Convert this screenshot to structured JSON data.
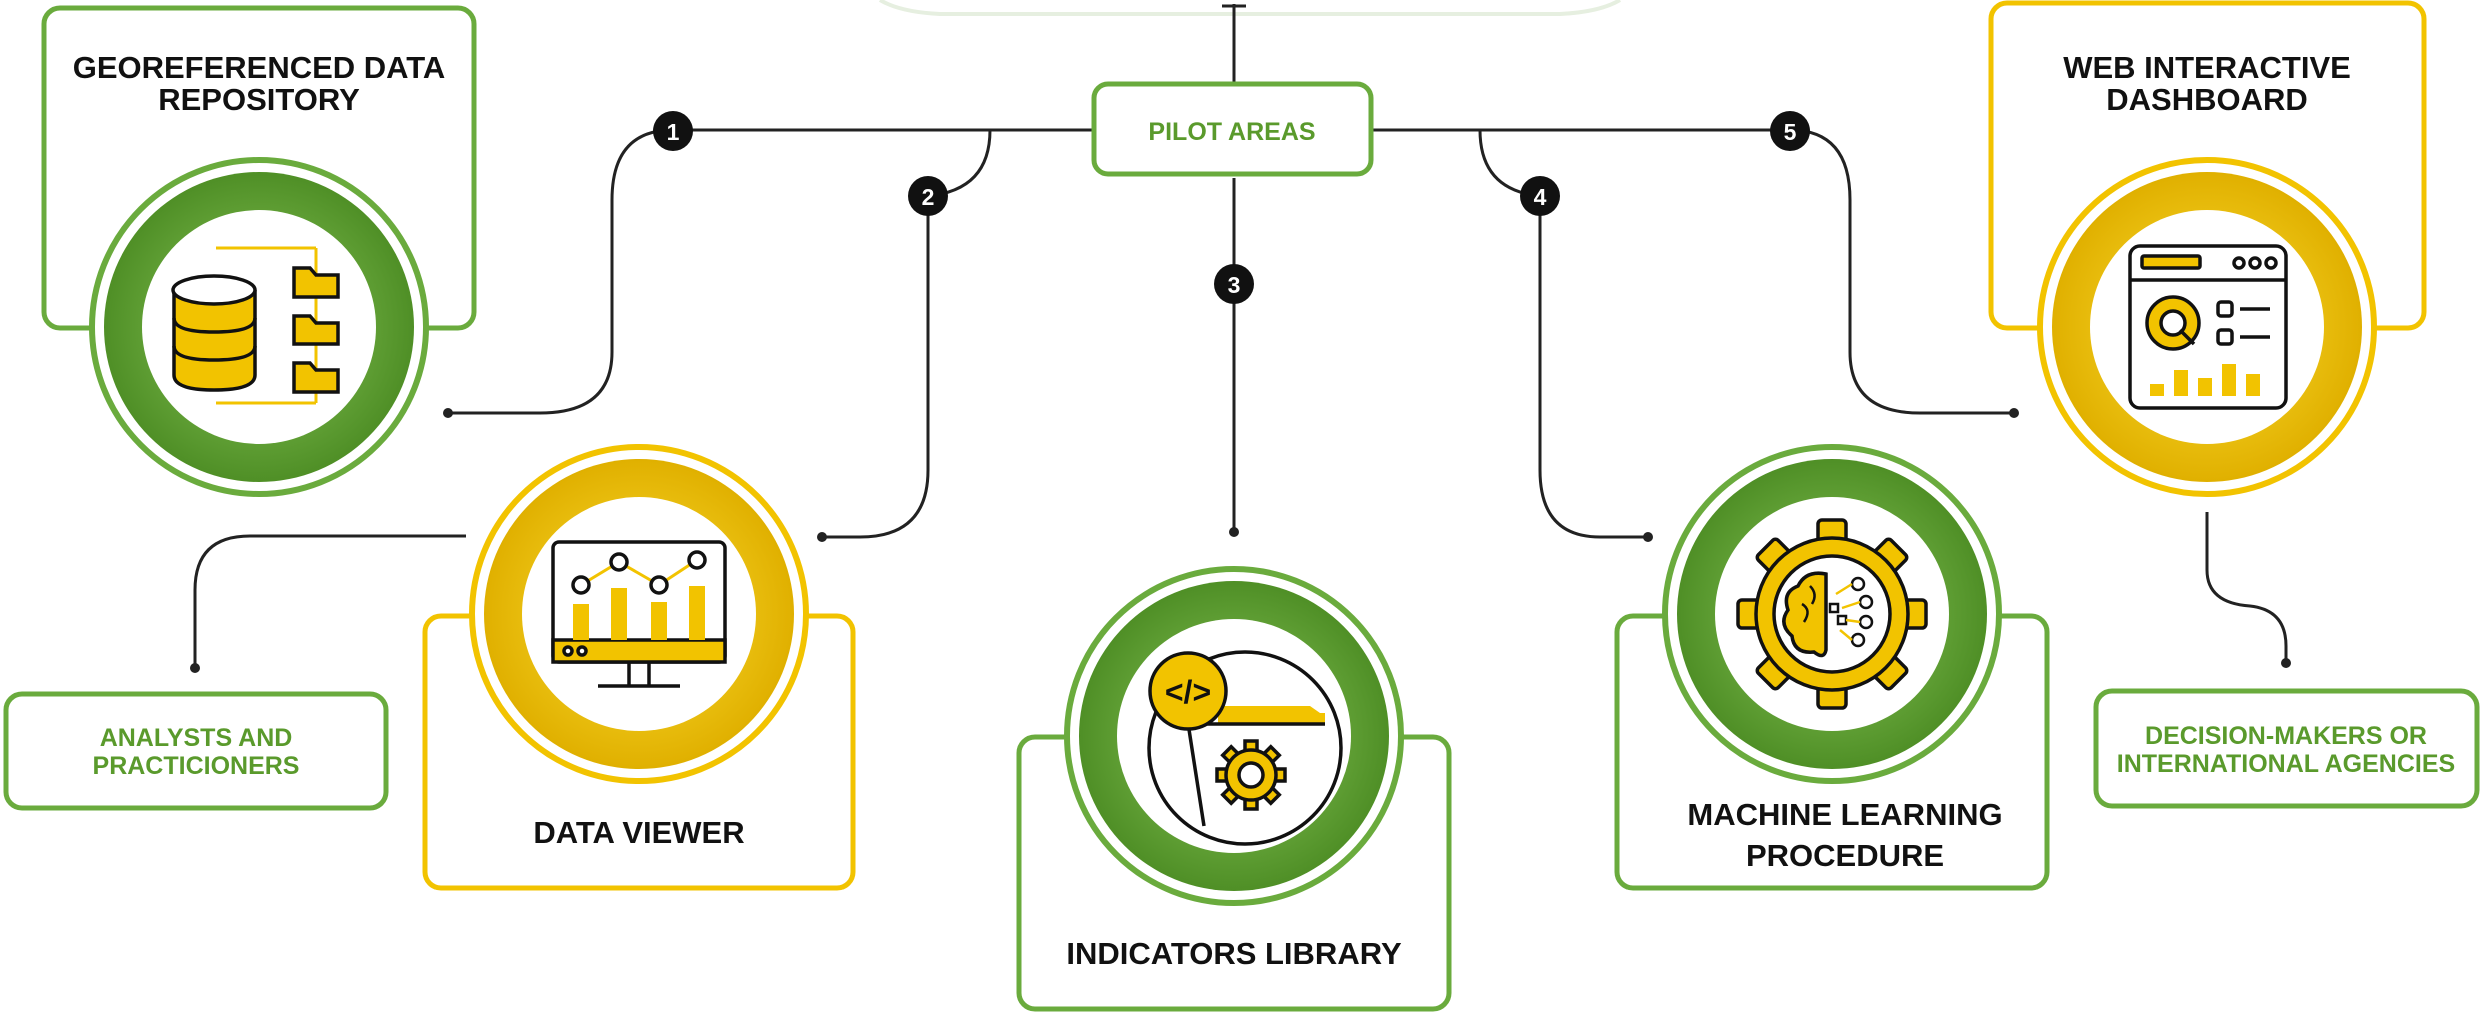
{
  "colors": {
    "green": "#6aab3d",
    "green_dark": "#5a9a2c",
    "yellow": "#f2c300",
    "line": "#222222",
    "text_green": "#5a9a2c"
  },
  "hub": {
    "label": "PILOT AREAS"
  },
  "steps": [
    "1",
    "2",
    "3",
    "4",
    "5"
  ],
  "components": {
    "repository": {
      "title_line1": "GEOREFERENCED DATA",
      "title_line2": "REPOSITORY",
      "icon": "database-folders-icon"
    },
    "viewer": {
      "title": "DATA VIEWER",
      "icon": "monitor-chart-icon"
    },
    "library": {
      "title": "INDICATORS LIBRARY",
      "icon": "code-gear-icon"
    },
    "ml": {
      "title_line1": "MACHINE LEARNING",
      "title_line2": "PROCEDURE",
      "icon": "brain-gear-icon"
    },
    "dashboard": {
      "title_line1": "WEB INTERACTIVE",
      "title_line2": "DASHBOARD",
      "icon": "dashboard-icon"
    }
  },
  "audiences": {
    "analysts": {
      "line1": "ANALYSTS AND",
      "line2": "PRACTICIONERS"
    },
    "decision_makers": {
      "line1": "DECISION-MAKERS OR",
      "line2": "INTERNATIONAL AGENCIES"
    }
  }
}
